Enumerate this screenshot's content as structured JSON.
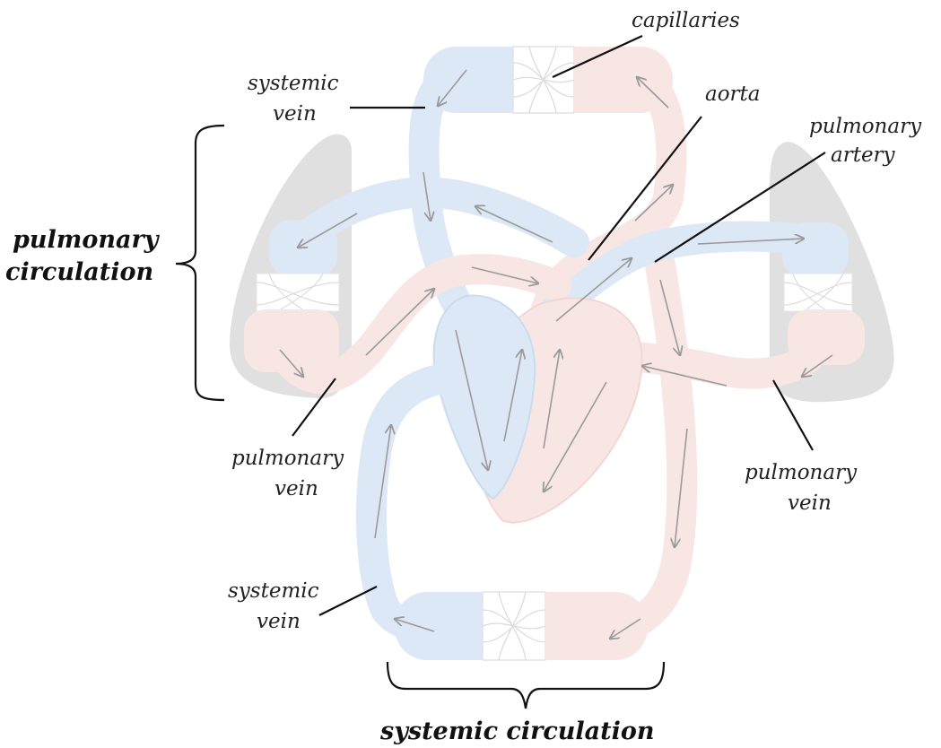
{
  "labels": {
    "capillaries": "capillaries",
    "systemic_vein_top_line1": "systemic",
    "systemic_vein_top_line2": "vein",
    "aorta": "aorta",
    "pulmonary_artery_line1": "pulmonary",
    "pulmonary_artery_line2": "artery",
    "pulmonary_circulation_line1": "pulmonary",
    "pulmonary_circulation_line2": "circulation",
    "pulmonary_vein_left_line1": "pulmonary",
    "pulmonary_vein_left_line2": "vein",
    "pulmonary_vein_right_line1": "pulmonary",
    "pulmonary_vein_right_line2": "vein",
    "systemic_vein_bottom_line1": "systemic",
    "systemic_vein_bottom_line2": "vein",
    "systemic_circulation": "systemic circulation"
  },
  "colors": {
    "deoxygenated_blue": "#dce8f5",
    "deoxygenated_blue_dark": "#c9dcf0",
    "oxygenated_pink": "#f8e6e4",
    "oxygenated_pink_dark": "#f3d6d2",
    "lung_gray": "#d9d9d9",
    "flow_arrow": "#9a9a9a",
    "label_ink": "#222222"
  }
}
